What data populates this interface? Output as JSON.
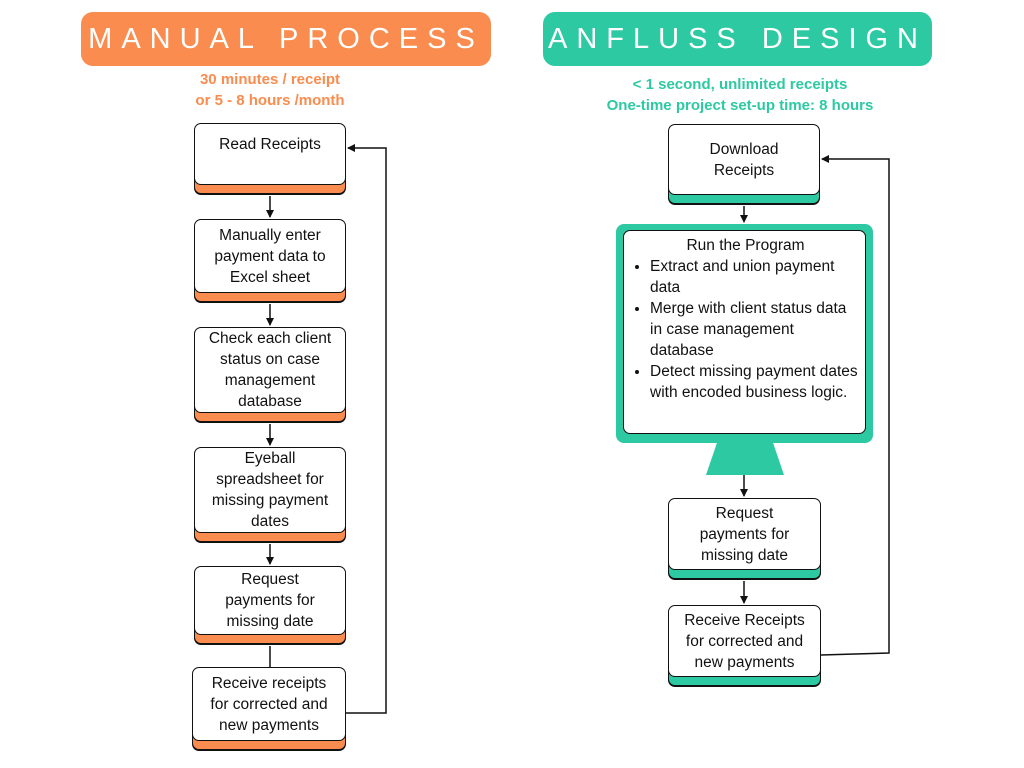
{
  "manual": {
    "title": "MANUAL PROCESS",
    "subtitle_line1": "30 minutes / receipt",
    "subtitle_line2": "or 5 - 8 hours /month",
    "steps": [
      {
        "lines": [
          "Read Receipts"
        ]
      },
      {
        "lines": [
          "Manually enter",
          "payment data to",
          "Excel sheet"
        ]
      },
      {
        "lines": [
          "Check each client",
          "status on case",
          "management",
          "database"
        ]
      },
      {
        "lines": [
          "Eyeball",
          "spreadsheet for",
          "missing payment",
          "dates"
        ]
      },
      {
        "lines": [
          "Request",
          "payments for",
          "missing date"
        ]
      },
      {
        "lines": [
          "Receive receipts",
          "for corrected and",
          "new payments"
        ]
      }
    ]
  },
  "anfluss": {
    "title": "ANFLUSS DESIGN",
    "subtitle_line1": "< 1 second, unlimited receipts",
    "subtitle_line2": "One-time project set-up time: 8 hours",
    "download": {
      "lines": [
        "Download",
        "Receipts"
      ]
    },
    "program": {
      "title": "Run the Program",
      "bullets": [
        "Extract and union payment data",
        "Merge with client status data in case management database",
        "Detect missing payment dates with encoded business logic."
      ]
    },
    "request": {
      "lines": [
        "Request",
        "payments for",
        "missing date"
      ]
    },
    "receive": {
      "lines": [
        "Receive Receipts",
        "for corrected and",
        "new payments"
      ]
    }
  },
  "colors": {
    "manual_accent": "#f98c4e",
    "anfluss_accent": "#2dc9a3",
    "outline": "#111111"
  }
}
